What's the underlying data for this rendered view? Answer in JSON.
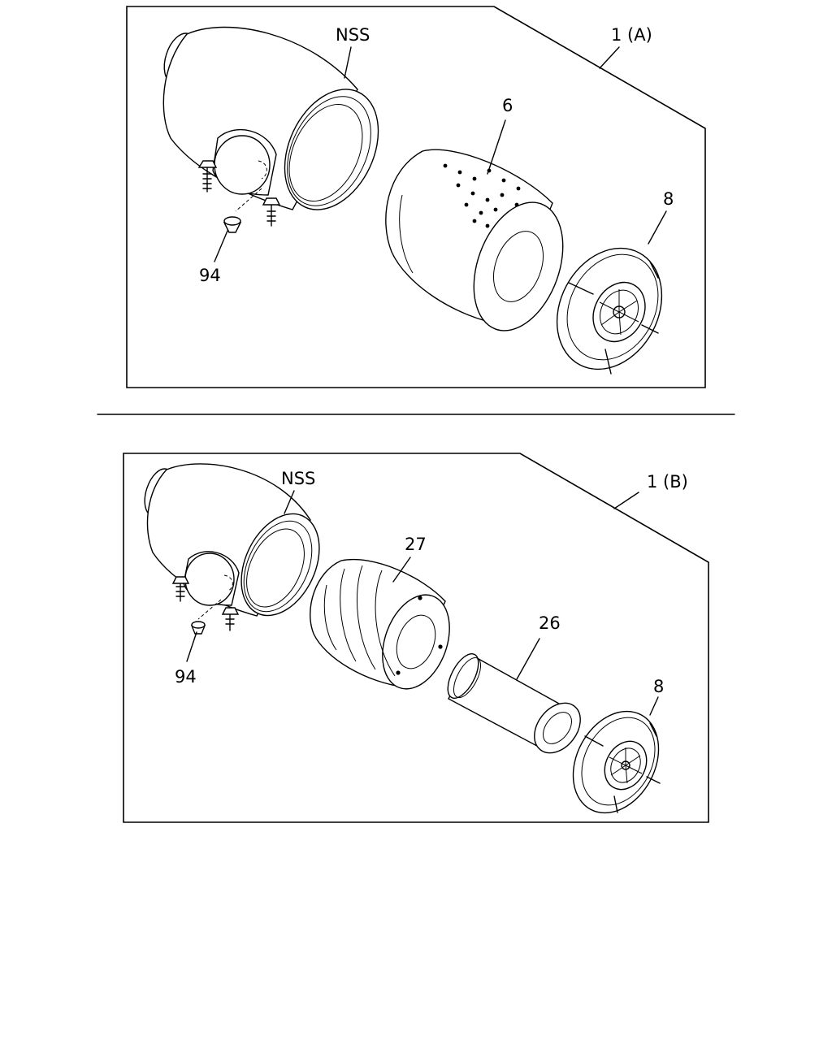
{
  "panel_a": {
    "assembly_label": "1 (A)",
    "housing_label": "NSS",
    "element_label": "6",
    "cover_label": "8",
    "valve_label": "94"
  },
  "panel_b": {
    "assembly_label": "1 (B)",
    "housing_label": "NSS",
    "outer_element_label": "27",
    "inner_element_label": "26",
    "cover_label": "8",
    "valve_label": "94"
  }
}
